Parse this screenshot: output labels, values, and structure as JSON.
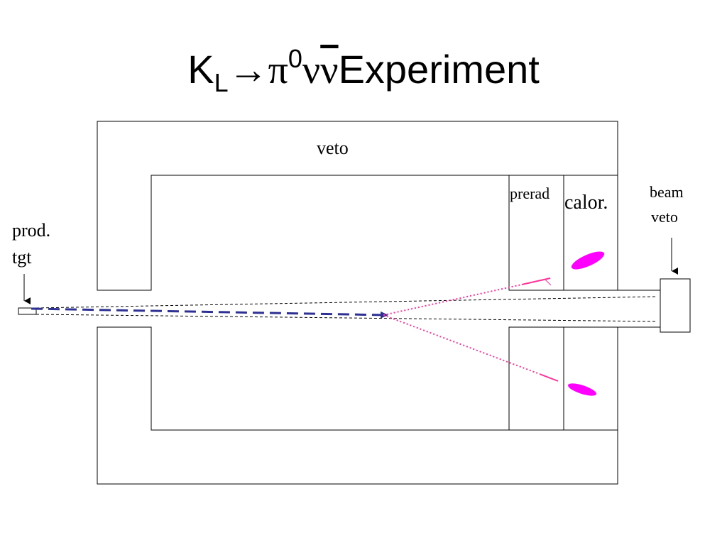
{
  "title": {
    "particle": "K",
    "subscript": "L",
    "arrow": "→",
    "pion": "π",
    "pion_charge": "0",
    "neutrino": "ν",
    "antineutrino": "ν",
    "rest": "Experiment"
  },
  "labels": {
    "veto": "veto",
    "prerad": "prerad",
    "calor": "calor.",
    "beam_veto_line1": "beam",
    "beam_veto_line2": "veto",
    "target_line1": "prod.",
    "target_line2": "tgt"
  },
  "colors": {
    "outline": "#000000",
    "kaon_track": "#2e3192",
    "photon_track": "#ff3399",
    "shower": "#ff00ff"
  }
}
